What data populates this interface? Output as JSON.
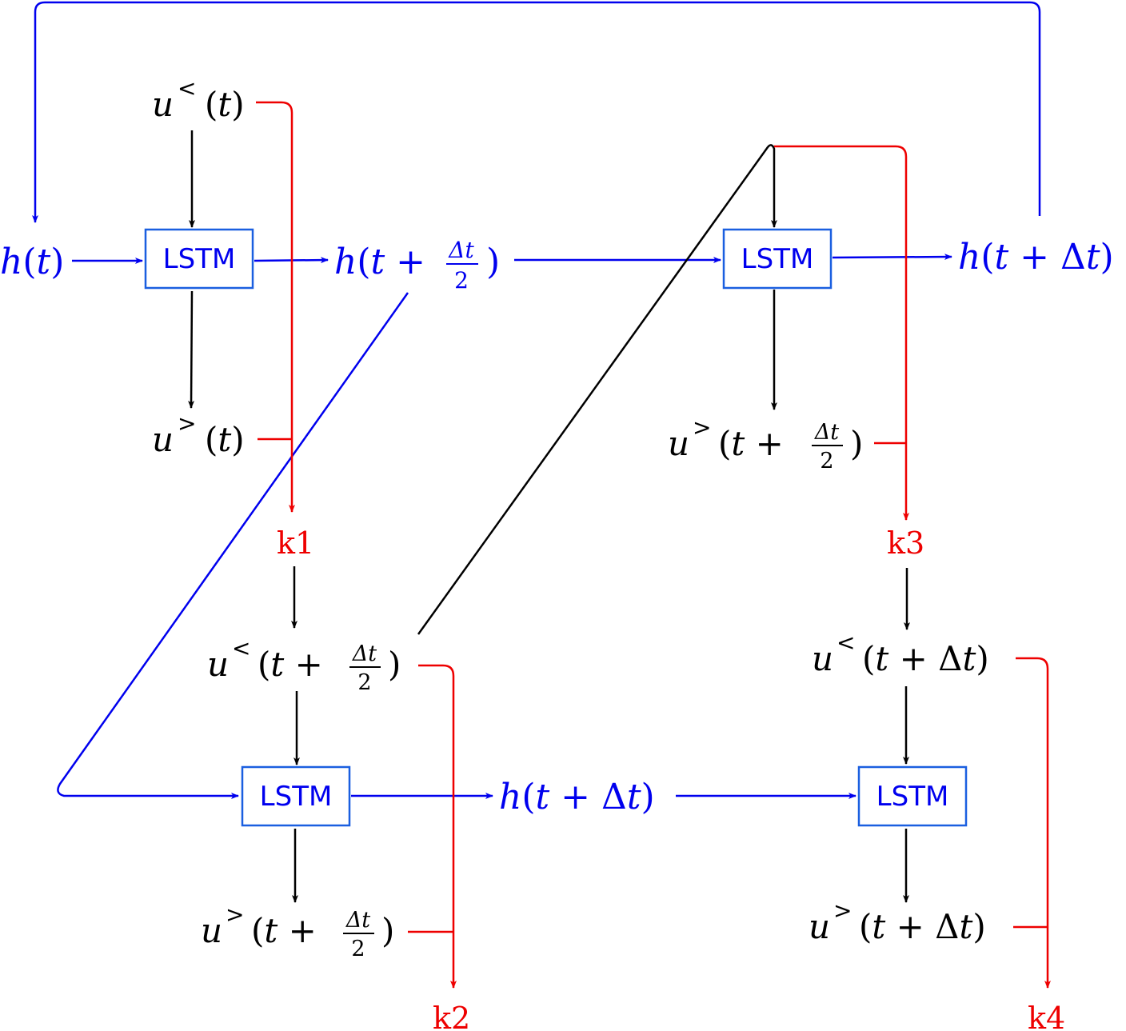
{
  "colors": {
    "hidden": "#0000ee",
    "data": "#000000",
    "rk": "#ee0000",
    "box_border": "#1a5fe0"
  },
  "lstm_cells": [
    {
      "label": "LSTM"
    },
    {
      "label": "LSTM"
    },
    {
      "label": "LSTM"
    },
    {
      "label": "LSTM"
    }
  ],
  "hidden_states": {
    "h_t": {
      "fn": "h",
      "arg": "t"
    },
    "h_half": {
      "fn": "h",
      "arg": "t +",
      "frac_num": "Δt",
      "frac_den": "2"
    },
    "h_full_top": {
      "fn": "h",
      "arg": "t + ",
      "delta": "Δ",
      "tail": "t"
    },
    "h_full_mid": {
      "fn": "h",
      "arg": "t + ",
      "delta": "Δ",
      "tail": "t"
    }
  },
  "inputs": {
    "u_in_t": {
      "var": "u",
      "sup": "<",
      "arg": "t"
    },
    "u_out_t": {
      "var": "u",
      "sup": ">",
      "arg": "t"
    },
    "u_in_half": {
      "var": "u",
      "sup": "<",
      "arg": "t +",
      "frac_num": "Δt",
      "frac_den": "2"
    },
    "u_out_half_bottom": {
      "var": "u",
      "sup": ">",
      "arg": "t +",
      "frac_num": "Δt",
      "frac_den": "2"
    },
    "u_out_half_top": {
      "var": "u",
      "sup": ">",
      "arg": "t +",
      "frac_num": "Δt",
      "frac_den": "2"
    },
    "u_in_full": {
      "var": "u",
      "sup": "<",
      "arg": "t + ",
      "delta": "Δ",
      "tail": "t"
    },
    "u_out_full": {
      "var": "u",
      "sup": ">",
      "arg": "t + ",
      "delta": "Δ",
      "tail": "t"
    }
  },
  "rk_stages": {
    "k1": "k1",
    "k2": "k2",
    "k3": "k3",
    "k4": "k4"
  }
}
